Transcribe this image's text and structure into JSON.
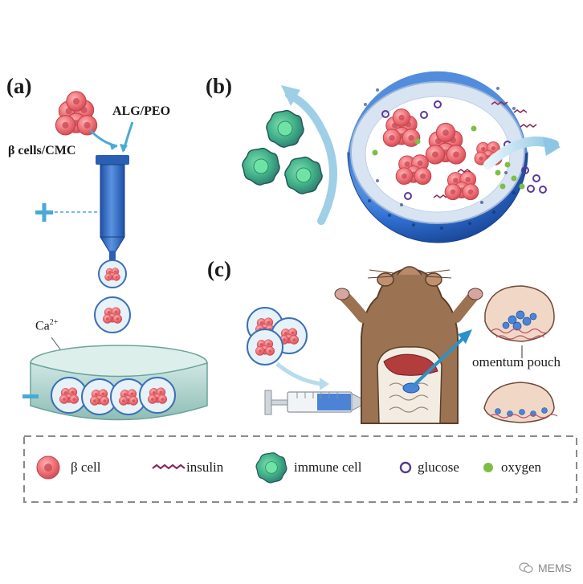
{
  "panels": {
    "a": "(a)",
    "b": "(b)",
    "c": "(c)"
  },
  "panel_a": {
    "beta_cells_label": "β cells/CMC",
    "polymer_label": "ALG/PEO",
    "plus_sign": "+",
    "minus_sign": "−",
    "calcium_label": "Ca",
    "calcium_charge": "2+"
  },
  "panel_c": {
    "omentum_label": "omentum pouch"
  },
  "legend": [
    {
      "icon": "beta-cell-icon",
      "label": "β cell"
    },
    {
      "icon": "insulin-icon",
      "label": "insulin"
    },
    {
      "icon": "immune-cell-icon",
      "label": "immune cell"
    },
    {
      "icon": "glucose-icon",
      "label": "glucose"
    },
    {
      "icon": "oxygen-icon",
      "label": "oxygen"
    }
  ],
  "watermark": "MEMS",
  "colors": {
    "beta_cell": "#e9646b",
    "immune_cell": "#3f9e88",
    "insulin": "#8a2b5a",
    "glucose": "#5a3a96",
    "oxygen": "#7fbe44",
    "capsule_blue": "#2f6fd0",
    "mouse_body": "#9b7352",
    "arrow_light_blue": "#9ecfe6"
  }
}
